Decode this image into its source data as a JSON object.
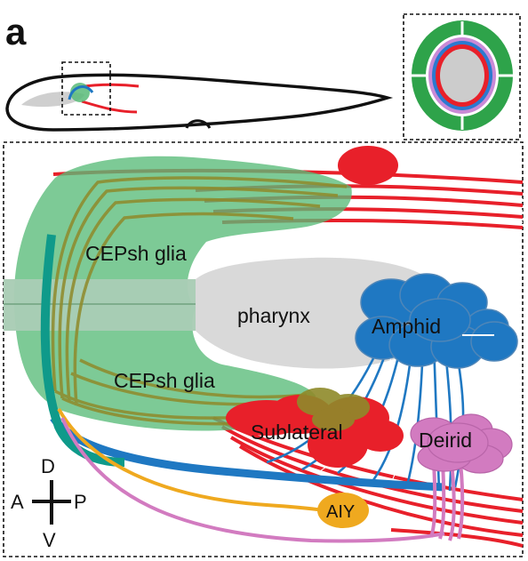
{
  "panel_label": "a",
  "labels": {
    "cepsh_upper": "CEPsh glia",
    "cepsh_lower": "CEPsh glia",
    "pharynx": "pharynx",
    "amphid": "Amphid",
    "sublateral": "Sublateral",
    "deirid": "Deirid",
    "aiy": "AIY"
  },
  "axes": {
    "d": "D",
    "v": "V",
    "a": "A",
    "p": "P"
  },
  "colors": {
    "glia": "#58bb78",
    "glia_fibers": "#8f8a2a",
    "pharynx": "#d3d3d3",
    "nerve_red": "#e8202a",
    "amphid_blue": "#1f78c2",
    "deirid_pink": "#d27bc0",
    "aiy_orange": "#efa91f",
    "teal": "#0f9a8a"
  }
}
